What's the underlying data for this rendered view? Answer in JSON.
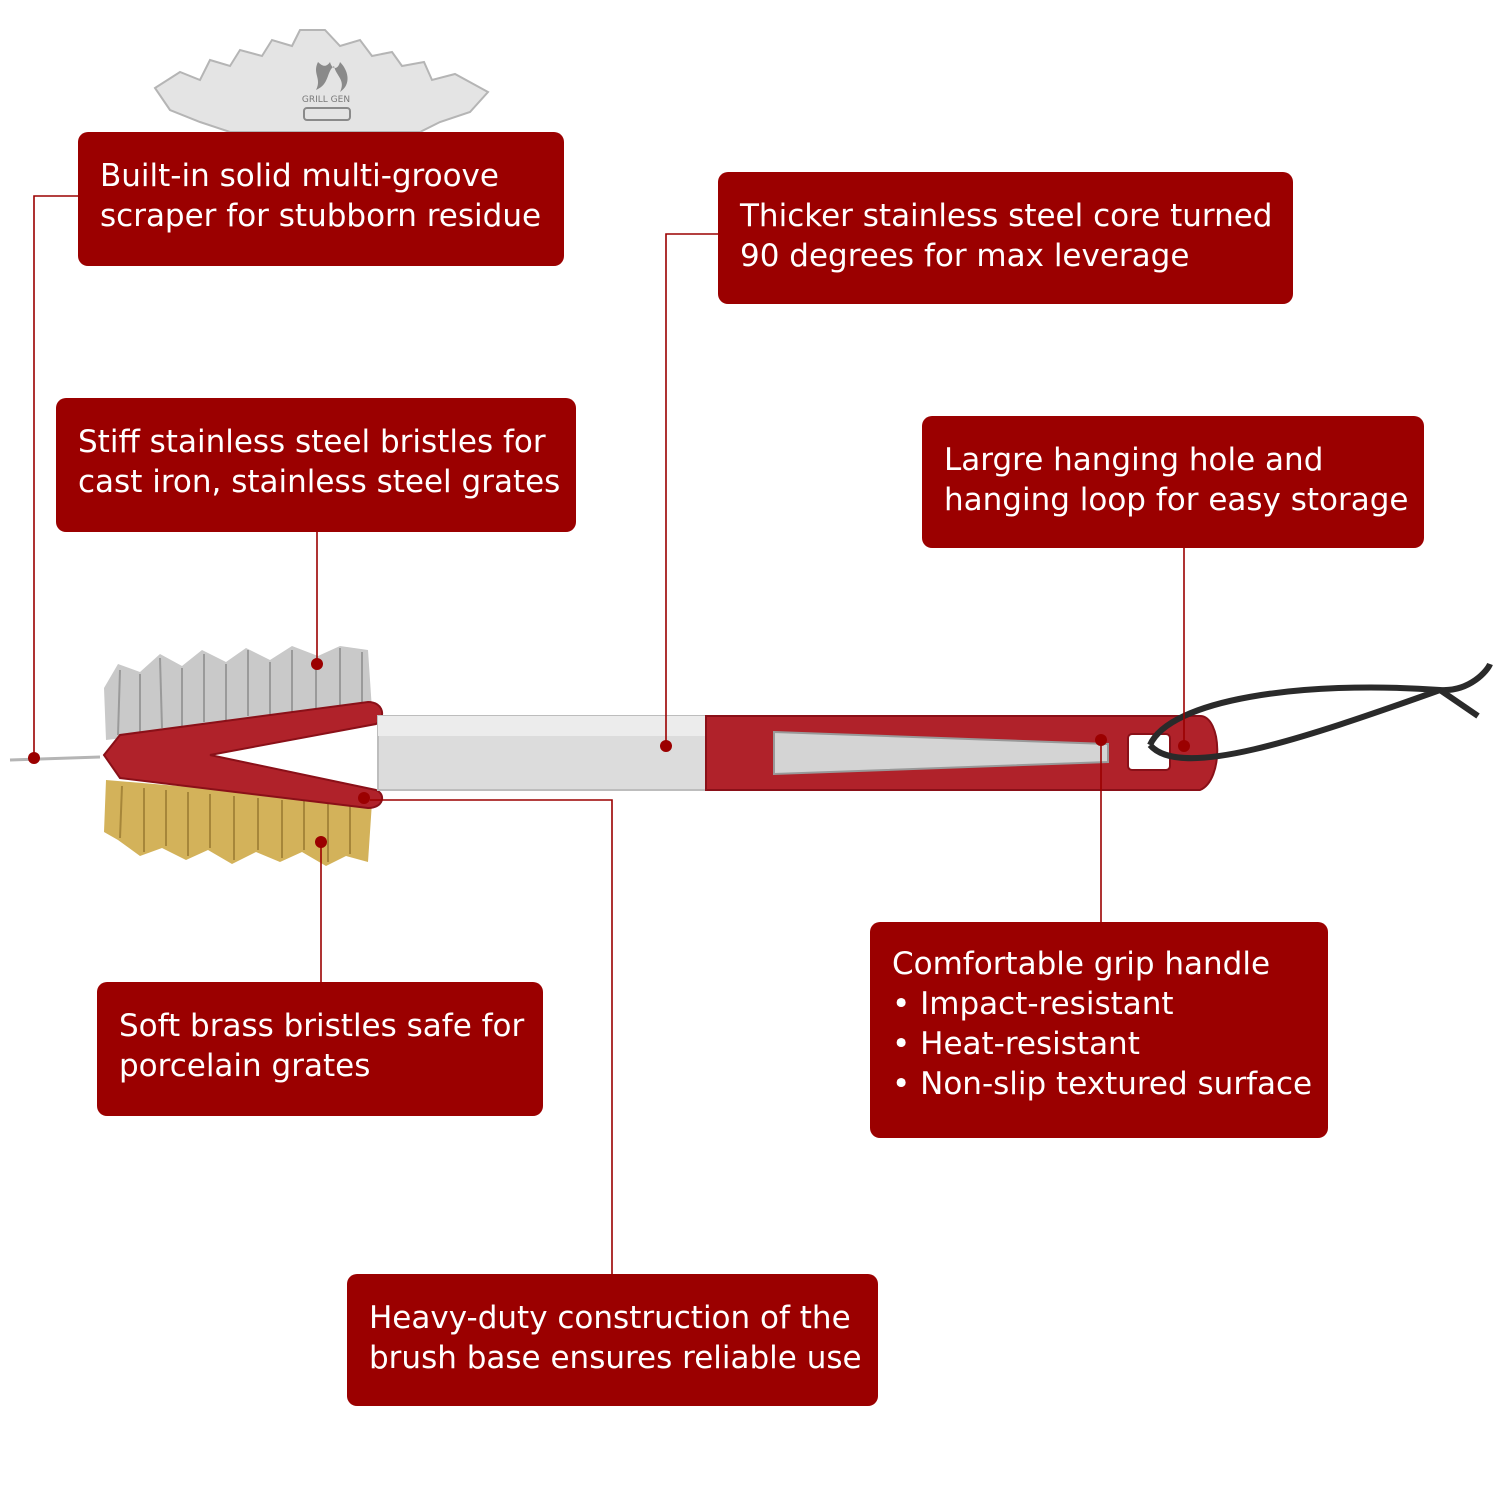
{
  "colors": {
    "callout_bg": "#9b0000",
    "leader_line": "#9b0000",
    "handle_red": "#b0222a",
    "steel": "#d8d8d8",
    "brass": "#d3b25a"
  },
  "logo": {
    "text": "GRILL GEN",
    "icon": "flame-grill-icon"
  },
  "callouts": {
    "scraper": {
      "line1": "Built-in solid multi-groove",
      "line2": "scraper for stubborn residue"
    },
    "core": {
      "line1": "Thicker stainless steel core turned",
      "line2": "90 degrees for max leverage"
    },
    "steel_bristles": {
      "line1": "Stiff stainless steel bristles for",
      "line2": "cast iron, stainless steel grates"
    },
    "hanging": {
      "line1": "Largre hanging hole and",
      "line2": "hanging loop for easy storage"
    },
    "brass_bristles": {
      "line1": "Soft brass bristles safe for",
      "line2": "porcelain grates"
    },
    "grip": {
      "title": "Comfortable grip handle",
      "bullets": [
        "• Impact-resistant",
        "• Heat-resistant",
        "• Non-slip textured surface"
      ]
    },
    "base": {
      "line1": "Heavy-duty construction of the",
      "line2": "brush base ensures reliable use"
    }
  }
}
